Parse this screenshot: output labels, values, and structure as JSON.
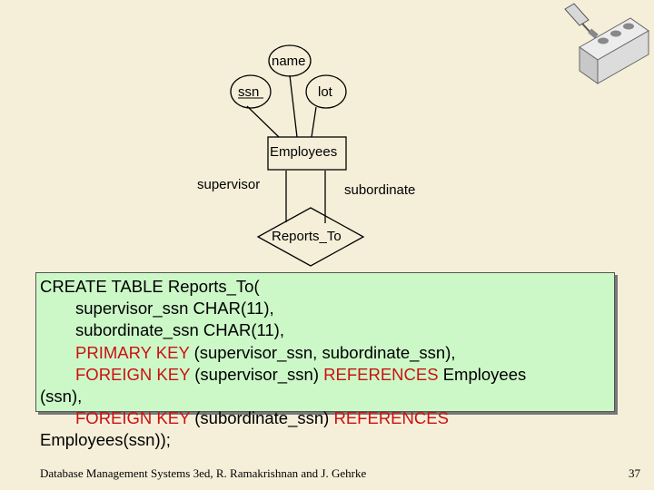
{
  "diagram": {
    "attributes": {
      "name": "name",
      "ssn": "ssn",
      "lot": "lot"
    },
    "entity": "Employees",
    "relationship": "Reports_To",
    "roles": {
      "supervisor": "supervisor",
      "subordinate": "subordinate"
    }
  },
  "code": {
    "create": "CREATE TABLE Reports_To(",
    "col1": "supervisor_ssn  CHAR(11),",
    "col2": "subordinate_ssn CHAR(11),",
    "pk_kw": "PRIMARY KEY",
    "pk_rest": " (supervisor_ssn, subordinate_ssn),",
    "fk1_kw": "FOREIGN KEY",
    "fk1_mid": " (supervisor_ssn) ",
    "fk1_ref": "REFERENCES",
    "fk1_tail": " Employees",
    "fk1_wrap": "(ssn),",
    "fk2_kw": "FOREIGN KEY",
    "fk2_mid": " (subordinate_ssn) ",
    "fk2_ref": "REFERENCES",
    "fk2_wrap": "Employees(ssn));"
  },
  "footer": {
    "citation": "Database Management Systems 3ed,  R. Ramakrishnan and J. Gehrke",
    "page": "37"
  },
  "colors": {
    "background": "#f5efd9",
    "code_box": "#ccf8c8",
    "keyword": "#cc1111"
  },
  "logo_icon": "brick-trowel-icon"
}
